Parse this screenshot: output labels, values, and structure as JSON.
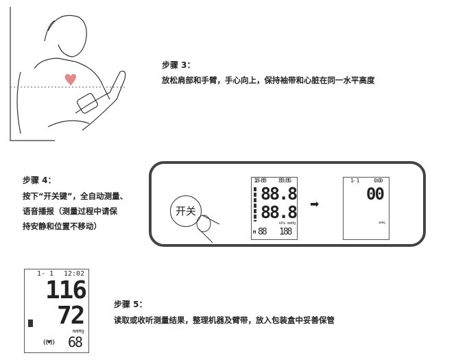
{
  "step3": {
    "title": "步骤 3：",
    "text": "放松肩部和手臂，手心向上，保持袖带和心脏在同一水平高度"
  },
  "step4": {
    "title": "步骤 4：",
    "lines": [
      "按下“开关键”，全自动测量、",
      "语音播报（测量过程中请保",
      "持安静和位置不移动）"
    ],
    "button_label": "开关",
    "lcd_full": {
      "date": "18-88",
      "time": "88:86",
      "sys": "88.8",
      "dia": "88.8",
      "mem": "88",
      "pulse": "188",
      "m": "M",
      "units": "kPa mmHg"
    },
    "lcd_zero": {
      "date": "1- 1",
      "time": "0:00",
      "value": "00",
      "unit": "mmHg"
    },
    "arrow": "➡"
  },
  "step5": {
    "title": "步骤 5：",
    "text": "读取或收听测量结果，整理机器及臂带，放入包装盒中妥善保管",
    "lcd": {
      "date": "1- 1",
      "time": "12:02",
      "sys": "116",
      "dia": "72",
      "unit": "mmHg",
      "pulse": "68"
    }
  }
}
